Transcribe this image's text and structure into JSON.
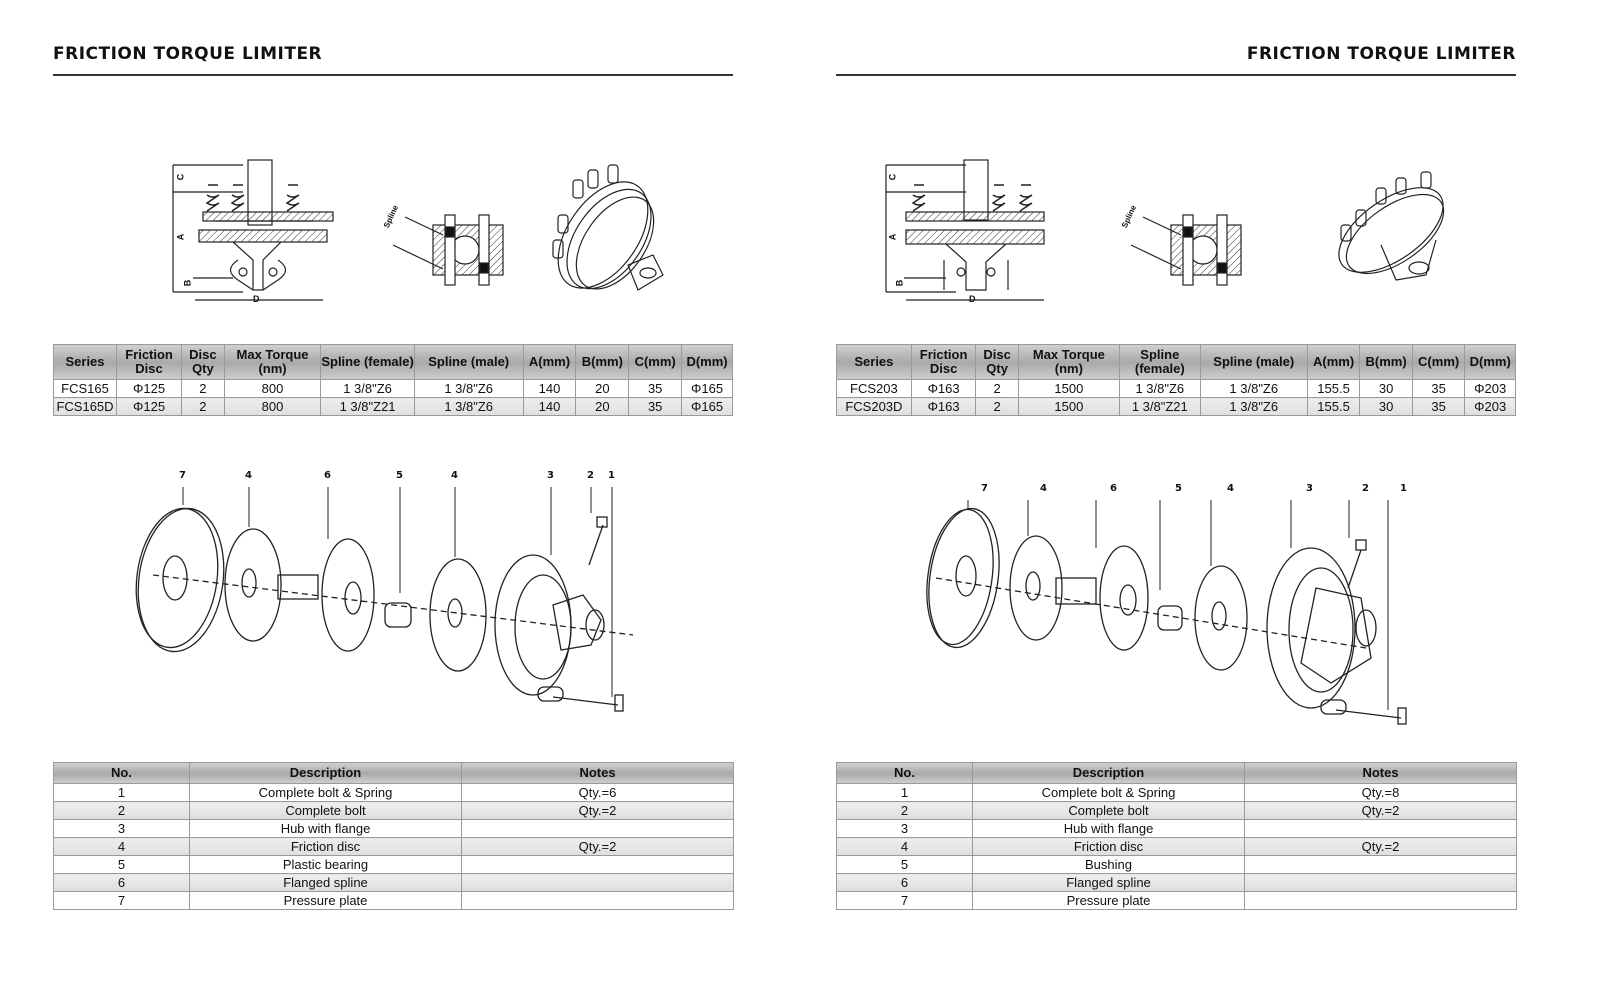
{
  "pages": [
    {
      "title": "FRICTION TORQUE LIMITER",
      "figure_labels": {
        "C": "C",
        "A": "A",
        "B": "B",
        "D": "D",
        "spline": "Spline"
      },
      "callouts": [
        "7",
        "4",
        "6",
        "5",
        "4",
        "3",
        "2",
        "1"
      ],
      "spec_table": {
        "headers": [
          "Series",
          "Friction Disc",
          "Disc Qty",
          "Max Torque (nm)",
          "Spline (female)",
          "Spline (male)",
          "A(mm)",
          "B(mm)",
          "C(mm)",
          "D(mm)"
        ],
        "rows": [
          [
            "FCS165",
            "Φ125",
            "2",
            "800",
            "1 3/8\"Z6",
            "1 3/8\"Z6",
            "140",
            "20",
            "35",
            "Φ165"
          ],
          [
            "FCS165D",
            "Φ125",
            "2",
            "800",
            "1 3/8\"Z21",
            "1 3/8\"Z6",
            "140",
            "20",
            "35",
            "Φ165"
          ]
        ]
      },
      "parts_table": {
        "headers": [
          "No.",
          "Description",
          "Notes"
        ],
        "rows": [
          [
            "1",
            "Complete bolt & Spring",
            "Qty.=6"
          ],
          [
            "2",
            "Complete bolt",
            "Qty.=2"
          ],
          [
            "3",
            "Hub with flange",
            ""
          ],
          [
            "4",
            "Friction disc",
            "Qty.=2"
          ],
          [
            "5",
            "Plastic bearing",
            ""
          ],
          [
            "6",
            "Flanged spline",
            ""
          ],
          [
            "7",
            "Pressure plate",
            ""
          ]
        ]
      }
    },
    {
      "title": "FRICTION TORQUE LIMITER",
      "figure_labels": {
        "C": "C",
        "A": "A",
        "B": "B",
        "D": "D",
        "spline": "Spline"
      },
      "callouts": [
        "7",
        "4",
        "6",
        "5",
        "4",
        "3",
        "2",
        "1"
      ],
      "spec_table": {
        "headers": [
          "Series",
          "Friction Disc",
          "Disc Qty",
          "Max Torque (nm)",
          "Spline (female)",
          "Spline (male)",
          "A(mm)",
          "B(mm)",
          "C(mm)",
          "D(mm)"
        ],
        "rows": [
          [
            "FCS203",
            "Φ163",
            "2",
            "1500",
            "1 3/8\"Z6",
            "1 3/8\"Z6",
            "155.5",
            "30",
            "35",
            "Φ203"
          ],
          [
            "FCS203D",
            "Φ163",
            "2",
            "1500",
            "1 3/8\"Z21",
            "1 3/8\"Z6",
            "155.5",
            "30",
            "35",
            "Φ203"
          ]
        ]
      },
      "parts_table": {
        "headers": [
          "No.",
          "Description",
          "Notes"
        ],
        "rows": [
          [
            "1",
            "Complete bolt & Spring",
            "Qty.=8"
          ],
          [
            "2",
            "Complete bolt",
            "Qty.=2"
          ],
          [
            "3",
            "Hub with flange",
            ""
          ],
          [
            "4",
            "Friction disc",
            "Qty.=2"
          ],
          [
            "5",
            "Bushing",
            ""
          ],
          [
            "6",
            "Flanged spline",
            ""
          ],
          [
            "7",
            "Pressure plate",
            ""
          ]
        ]
      }
    }
  ]
}
